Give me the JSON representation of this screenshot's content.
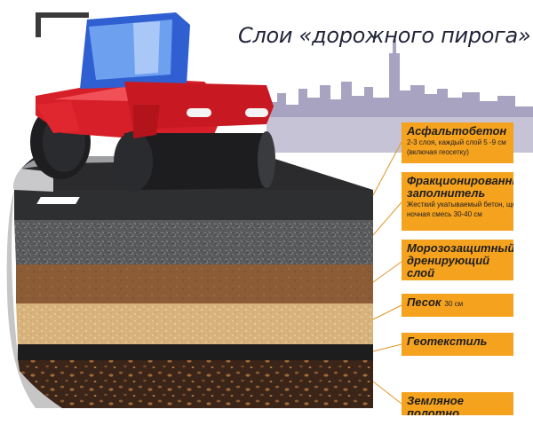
{
  "title": "Слои «дорожного пирога»",
  "colors": {
    "label_bg": "#f5a21f",
    "asphalt": "#2c2c2e",
    "crushed_stone": "#5a5a5c",
    "frost_layer": "#8a5a34",
    "sand": "#d6b27a",
    "geotextile": "#1c1c1c",
    "soil": "#3a2418",
    "roller_body_red": "#d8202a",
    "roller_cab_blue": "#2f5fd0"
  },
  "layers": [
    {
      "name": "Асфальтобетон",
      "description_lines": [
        "2-3 слоя, каждый слой 5 -9 см",
        "(включая геосетку)"
      ]
    },
    {
      "name_lines": [
        "Фракционированный",
        "заполнитель"
      ],
      "description_lines": [
        "Жесткий укатываемый бетон, щебе",
        "ночная смесь  30-40 см"
      ]
    },
    {
      "name_lines": [
        "Морозозащитный",
        "дренирующий слой"
      ]
    },
    {
      "name": "Песок",
      "note": "30 см"
    },
    {
      "name": "Геотекстиль"
    },
    {
      "name": "Земляное полотно"
    }
  ]
}
